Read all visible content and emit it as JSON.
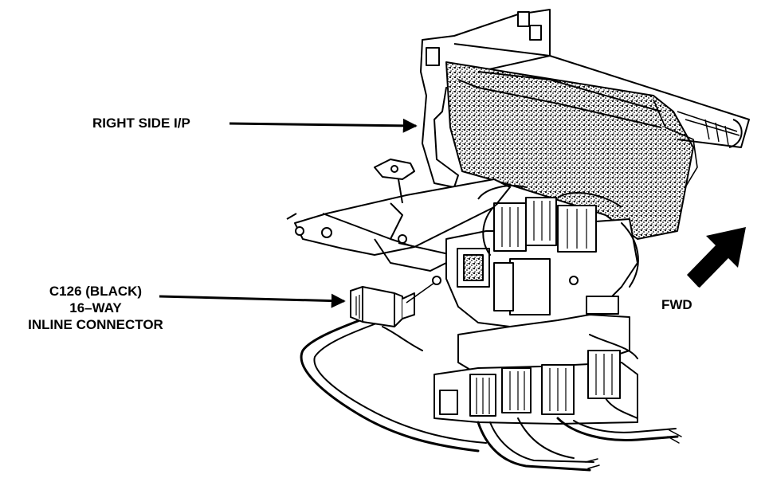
{
  "labels": {
    "right_side": "RIGHT SIDE I/P",
    "connector_line1": "C126 (BLACK)",
    "connector_line2": "16–WAY",
    "connector_line3": "INLINE CONNECTOR",
    "fwd": "FWD"
  },
  "colors": {
    "ink": "#000000",
    "paper": "#ffffff",
    "stipple": "#6b6b6b"
  }
}
